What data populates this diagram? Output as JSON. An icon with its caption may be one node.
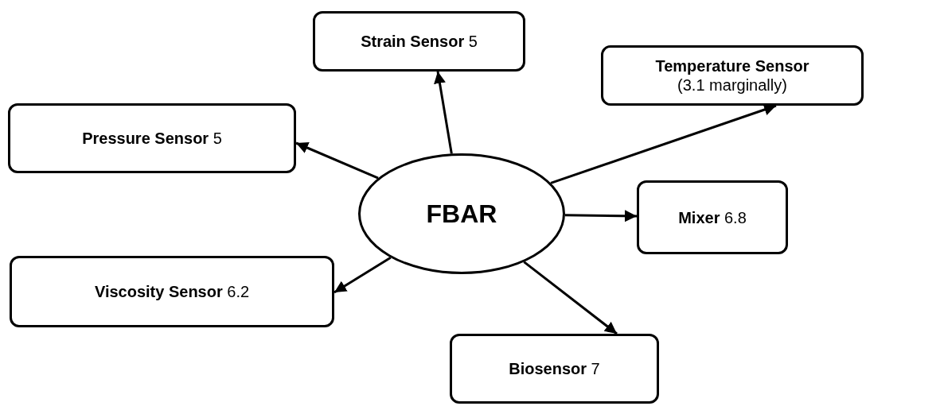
{
  "diagram": {
    "nodes": [
      {
        "text": [
          "FBAR"
        ]
      },
      {
        "text": [
          "**Strain Sensor** 5"
        ]
      },
      {
        "text": [
          "Temperature Sensor",
          "(3.1 marginally)"
        ]
      },
      {
        "text": [
          "**Pressure Sensor** 5"
        ]
      },
      {
        "text": [
          "**Mixer** 6.8"
        ]
      },
      {
        "text": [
          "**Viscosity Sensor** 6.2"
        ]
      },
      {
        "text": [
          "**Biosensor** 7"
        ]
      }
    ],
    "edges": [
      {
        "from": 0,
        "to": 1,
        "arrow": "to"
      },
      {
        "from": 0,
        "to": 2,
        "arrow": "to"
      },
      {
        "from": 0,
        "to": 3,
        "arrow": "to"
      },
      {
        "from": 0,
        "to": 4,
        "arrow": "to"
      },
      {
        "from": 0,
        "to": 5,
        "arrow": "to"
      },
      {
        "from": 0,
        "to": 6,
        "arrow": "to"
      }
    ]
  }
}
